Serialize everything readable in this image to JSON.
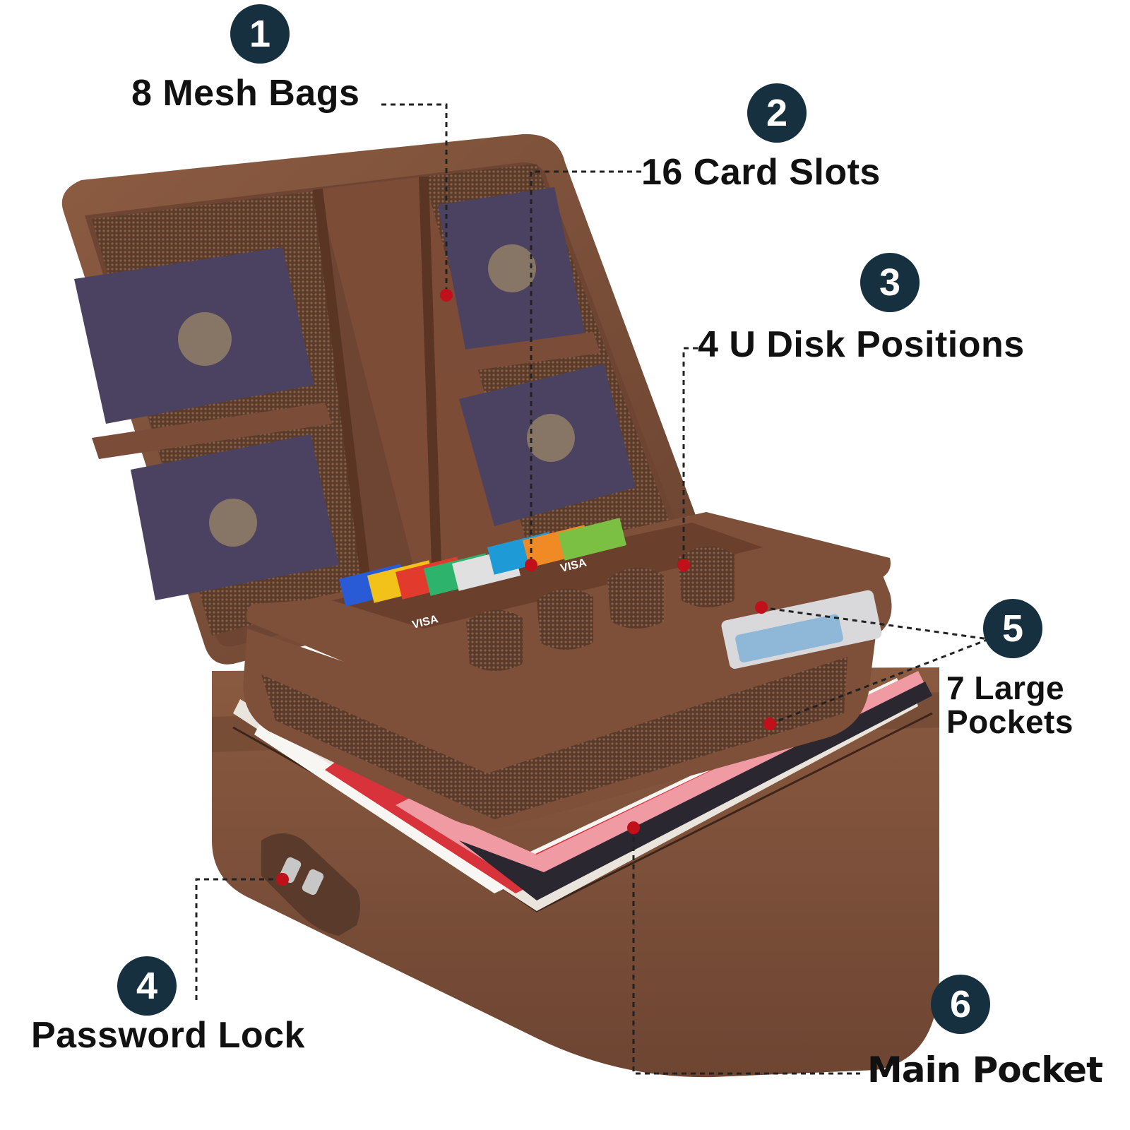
{
  "features": [
    {
      "number": "1",
      "label": "8 Mesh Bags"
    },
    {
      "number": "2",
      "label": "16 Card Slots"
    },
    {
      "number": "3",
      "label": "4 U Disk Positions"
    },
    {
      "number": "4",
      "label": "Password Lock"
    },
    {
      "number": "5",
      "label": "7 Large Pockets"
    },
    {
      "number": "6",
      "label": "Main Pocket"
    }
  ],
  "card_texts": [
    "VISA",
    "VISA"
  ],
  "colors": {
    "badge": "#16303f",
    "bag_brown": "#7b4f38",
    "callout_dot": "#c0101a",
    "passport": "#4a4260"
  }
}
